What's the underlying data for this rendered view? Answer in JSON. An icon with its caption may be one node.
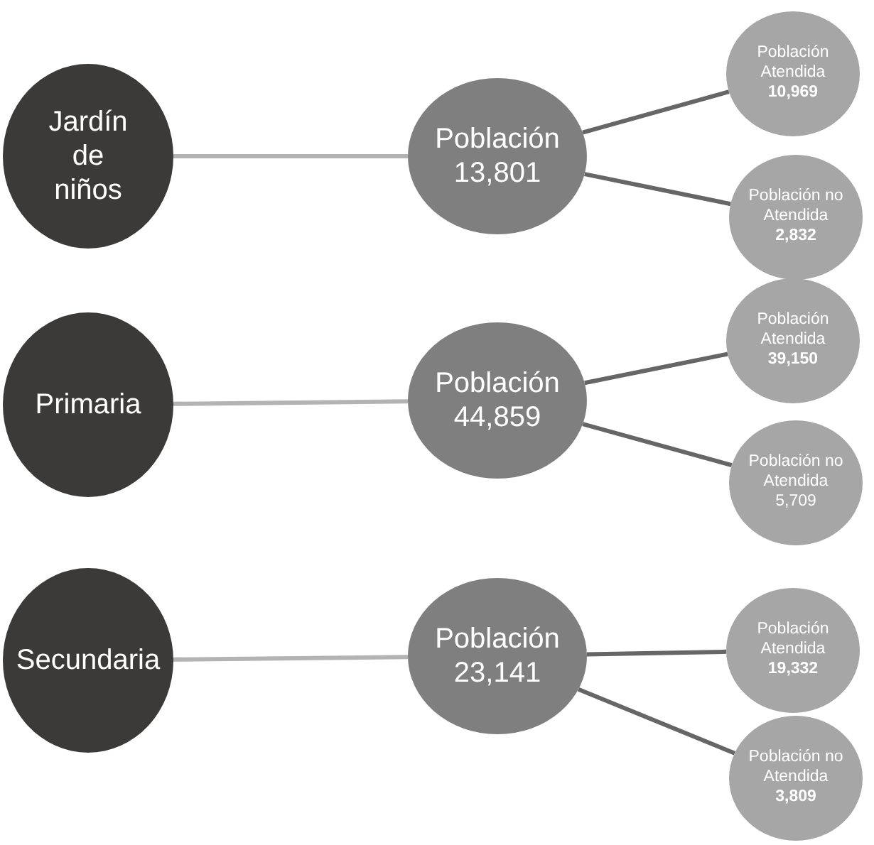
{
  "diagram": {
    "nodes": [
      {
        "text": [
          "Jardín de niños"
        ]
      },
      {
        "text": [
          "Población 13,801"
        ]
      },
      {
        "text": [
          "Población Atendida **10,969**"
        ]
      },
      {
        "text": [
          "Población no Atendida **2,832**"
        ]
      },
      {
        "text": [
          "Primaria"
        ]
      },
      {
        "text": [
          "Población 44,859"
        ]
      },
      {
        "text": [
          "Población Atendida **39,150**"
        ]
      },
      {
        "text": [
          "Población no Atendida 5,709"
        ]
      },
      {
        "text": [
          "Secundaria"
        ]
      },
      {
        "text": [
          "Población 23,141"
        ]
      },
      {
        "text": [
          "Población Atendida **19,332**"
        ]
      },
      {
        "text": [
          "Población no Atendida **3,809**"
        ]
      }
    ],
    "edges": [
      {
        "from": 0,
        "to": 1,
        "arrow": "none",
        "color": "#b3b3b3"
      },
      {
        "from": 1,
        "to": 2,
        "arrow": "none"
      },
      {
        "from": 1,
        "to": 3,
        "arrow": "none"
      },
      {
        "from": 4,
        "to": 5,
        "arrow": "none",
        "color": "#b3b3b3"
      },
      {
        "from": 5,
        "to": 6,
        "arrow": "none"
      },
      {
        "from": 5,
        "to": 7,
        "arrow": "none"
      },
      {
        "from": 8,
        "to": 9,
        "arrow": "none",
        "color": "#b3b3b3"
      },
      {
        "from": 9,
        "to": 10,
        "arrow": "none"
      },
      {
        "from": 9,
        "to": 11,
        "arrow": "none"
      }
    ]
  }
}
